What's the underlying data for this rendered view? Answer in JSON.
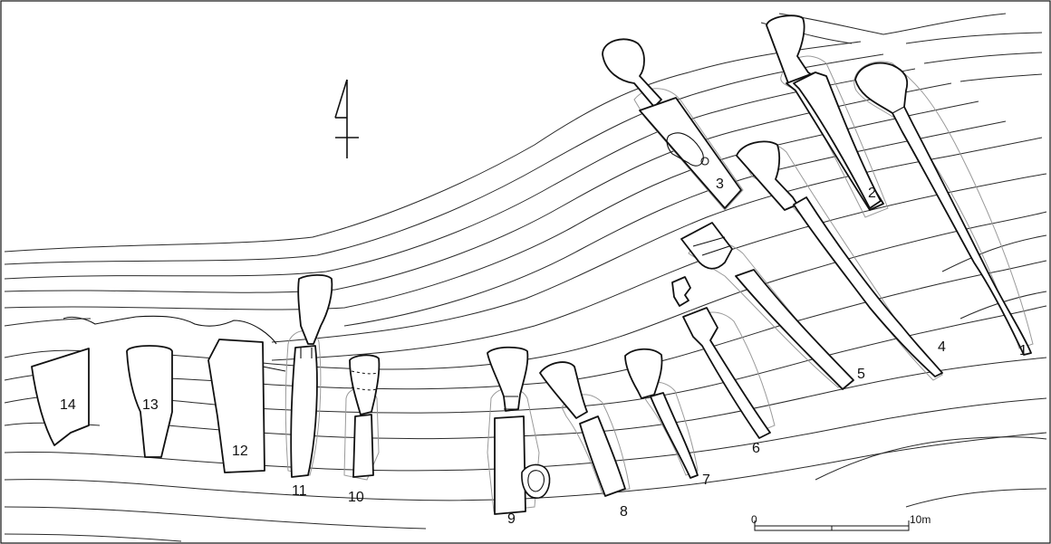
{
  "figure": {
    "tombs": [
      {
        "label": "1"
      },
      {
        "label": "2"
      },
      {
        "label": "3"
      },
      {
        "label": "4"
      },
      {
        "label": "5"
      },
      {
        "label": "6"
      },
      {
        "label": "7"
      },
      {
        "label": "8"
      },
      {
        "label": "9"
      },
      {
        "label": "10"
      },
      {
        "label": "11"
      },
      {
        "label": "12"
      },
      {
        "label": "13"
      },
      {
        "label": "14"
      }
    ],
    "scale_bar": {
      "start_label": "0",
      "end_label": "10m"
    },
    "north_arrow": {
      "icon": "north-arrow-icon"
    }
  }
}
